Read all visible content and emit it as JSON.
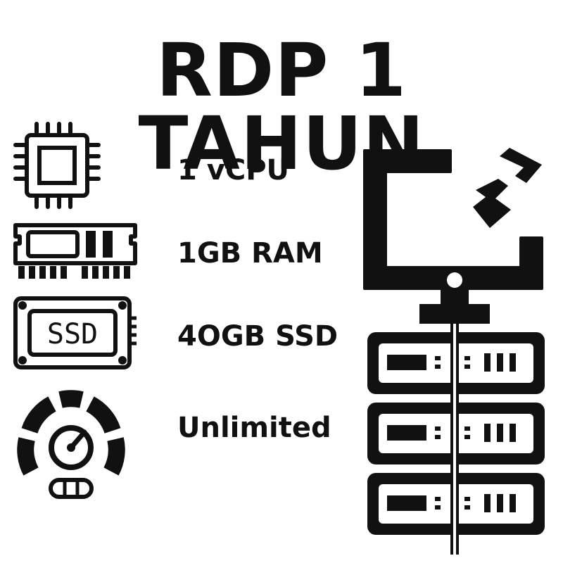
{
  "title": "RDP 1 TAHUN",
  "specs": [
    {
      "icon": "cpu-chip-icon",
      "label": "1 vCPU"
    },
    {
      "icon": "ram-module-icon",
      "label": "1GB RAM"
    },
    {
      "icon": "ssd-drive-icon",
      "label": "4OGB SSD",
      "icon_text": "SSD"
    },
    {
      "icon": "speedometer-icon",
      "label": "Unlimited"
    }
  ],
  "illustration": "server-rack-monitor-icon",
  "colors": {
    "ink": "#111111",
    "background": "#ffffff"
  }
}
